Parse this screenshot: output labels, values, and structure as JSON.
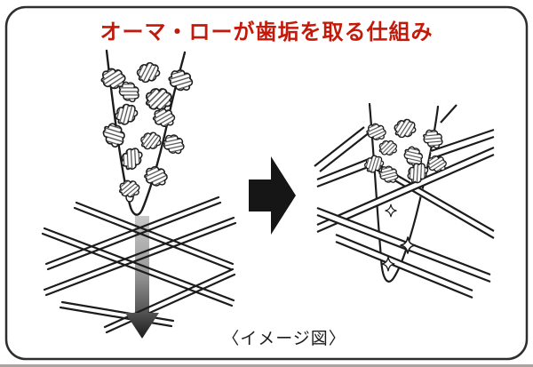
{
  "title": {
    "text": "オーマ・ローが歯垢を取る仕組み",
    "color": "#c2190a"
  },
  "caption": {
    "text": "〈イメージ図〉"
  },
  "panels": {
    "before": {
      "icons": [
        "tooth-root-icon",
        "plaque-cluster-icon",
        "fiber-mesh-icon",
        "down-gradient-arrow-icon"
      ],
      "plaque_cluster_count": 13
    },
    "transition": {
      "icon": "right-arrow-icon"
    },
    "after": {
      "icons": [
        "tooth-root-icon",
        "plaque-cluster-icon",
        "fiber-band-icon",
        "sparkle-icon"
      ],
      "plaque_cluster_count": 9,
      "sparkle_count": 3
    }
  },
  "colors": {
    "title_red": "#c2190a",
    "ink": "#1c1c1c",
    "down_arrow_gradient_top": "#c8c8c8",
    "down_arrow_gradient_bottom": "#1a1a1a",
    "transition_arrow": "#161616",
    "background": "#ffffff",
    "frame_border": "#2e2e2e"
  }
}
